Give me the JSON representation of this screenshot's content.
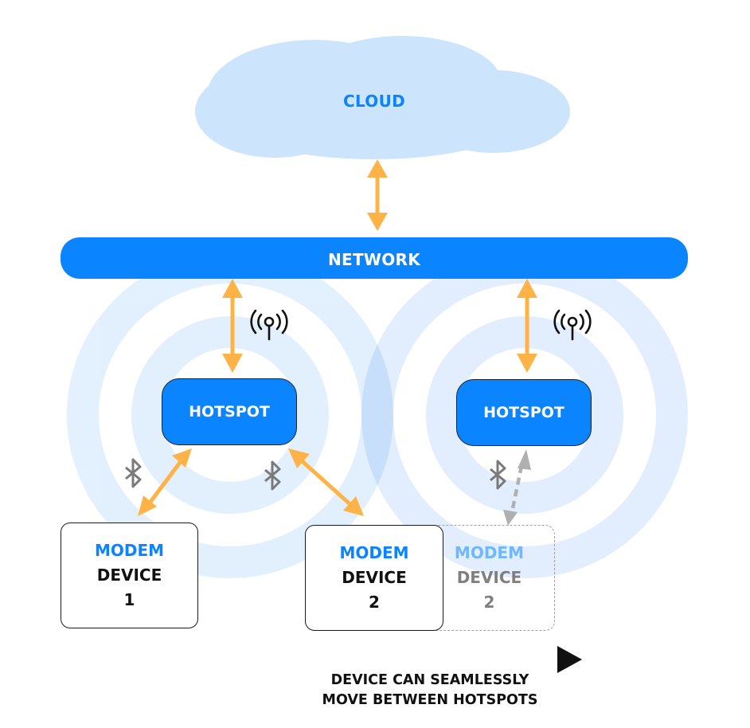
{
  "diagram": {
    "title": "Device roaming between hotspots",
    "colors": {
      "primary_blue": "#0a84ff",
      "cloud_fill": "#cce5fd",
      "ring_fill": "#e1effd",
      "arrow_orange": "#ffb347",
      "ghost_arrow_gray": "#b0b0b0",
      "bluetooth_gray": "#7a7a7a",
      "ghost_modem_blue": "#6fb8ff",
      "ghost_text_gray": "#808080"
    },
    "cloud": {
      "label": "CLOUD",
      "icon": "cloud-shape"
    },
    "network": {
      "label": "NETWORK"
    },
    "hotspots": [
      {
        "label": "HOTSPOT",
        "signal_icon": "radio-tower-icon"
      },
      {
        "label": "HOTSPOT",
        "signal_icon": "radio-tower-icon"
      }
    ],
    "bluetooth_icon": "bluetooth-icon",
    "devices": [
      {
        "line1": "MODEM",
        "line2": "DEVICE",
        "line3": "1"
      },
      {
        "line1": "MODEM",
        "line2": "DEVICE",
        "line3": "2"
      }
    ],
    "ghost_device": {
      "line1": "MODEM",
      "line2": "DEVICE",
      "line3": "2",
      "style": "dashed, faded (future position)"
    },
    "connections": [
      {
        "from": "CLOUD",
        "to": "NETWORK",
        "type": "bidirectional",
        "style": "solid-orange"
      },
      {
        "from": "NETWORK",
        "to": "HOTSPOT 1",
        "type": "bidirectional",
        "style": "solid-orange"
      },
      {
        "from": "NETWORK",
        "to": "HOTSPOT 2",
        "type": "bidirectional",
        "style": "solid-orange"
      },
      {
        "from": "HOTSPOT 1",
        "to": "MODEM DEVICE 1",
        "type": "bidirectional",
        "style": "solid-orange",
        "via": "bluetooth"
      },
      {
        "from": "HOTSPOT 1",
        "to": "MODEM DEVICE 2",
        "type": "bidirectional",
        "style": "solid-orange",
        "via": "bluetooth"
      },
      {
        "from": "HOTSPOT 2",
        "to": "MODEM DEVICE 2 (ghost)",
        "type": "bidirectional",
        "style": "dashed-gray",
        "via": "bluetooth"
      }
    ],
    "movement": {
      "direction": "left-to-right",
      "caption_line1": "DEVICE CAN SEAMLESSLY",
      "caption_line2": "MOVE BETWEEN HOTSPOTS"
    }
  }
}
